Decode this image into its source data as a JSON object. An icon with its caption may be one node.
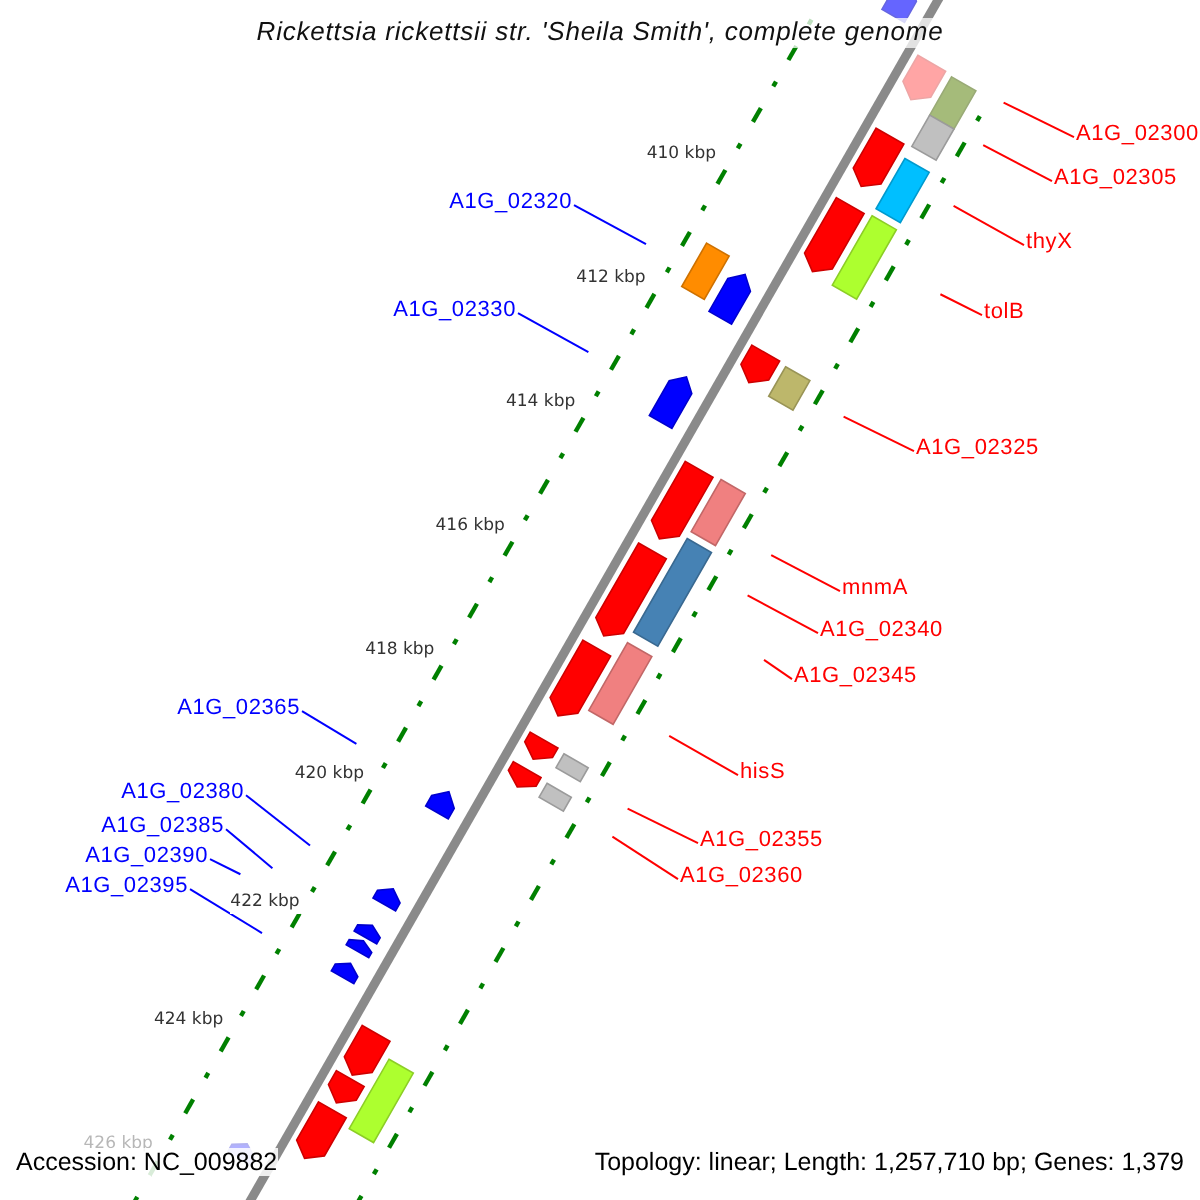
{
  "diagram": {
    "title": "Rickettsia rickettsii str. 'Sheila Smith', complete genome",
    "nodes": [
      {
        "text": [
          "A1G_02300"
        ]
      },
      {
        "text": [
          "A1G_02305"
        ]
      },
      {
        "text": [
          "A1G_02320"
        ]
      },
      {
        "text": [
          "thyX"
        ]
      },
      {
        "text": [
          "tolB"
        ]
      },
      {
        "text": [
          "A1G_02330"
        ]
      },
      {
        "text": [
          "A1G_02325"
        ]
      },
      {
        "text": [
          "mnmA"
        ]
      },
      {
        "text": [
          "A1G_02340"
        ]
      },
      {
        "text": [
          "A1G_02345"
        ]
      },
      {
        "text": [
          "A1G_02365"
        ]
      },
      {
        "text": [
          "hisS"
        ]
      },
      {
        "text": [
          "A1G_02380"
        ]
      },
      {
        "text": [
          "A1G_02385"
        ]
      },
      {
        "text": [
          "A1G_02355"
        ]
      },
      {
        "text": [
          "A1G_02390"
        ]
      },
      {
        "text": [
          "A1G_02360"
        ]
      },
      {
        "text": [
          "A1G_02395"
        ]
      }
    ],
    "edges": [
      {
        "from": 0,
        "to": null,
        "arrow": "none"
      },
      {
        "from": 1,
        "to": null,
        "arrow": "none"
      },
      {
        "from": 2,
        "to": null,
        "arrow": "none",
        "color": "#0000ff"
      },
      {
        "from": 3,
        "to": null,
        "arrow": "none"
      },
      {
        "from": 4,
        "to": null,
        "arrow": "none"
      },
      {
        "from": 5,
        "to": null,
        "arrow": "none",
        "color": "#0000ff"
      },
      {
        "from": 6,
        "to": null,
        "arrow": "none"
      },
      {
        "from": 7,
        "to": null,
        "arrow": "none"
      },
      {
        "from": 8,
        "to": null,
        "arrow": "none"
      },
      {
        "from": 9,
        "to": null,
        "arrow": "none"
      },
      {
        "from": 10,
        "to": null,
        "arrow": "none",
        "color": "#0000ff"
      },
      {
        "from": 11,
        "to": null,
        "arrow": "none"
      },
      {
        "from": 12,
        "to": null,
        "arrow": "none",
        "color": "#0000ff"
      },
      {
        "from": 13,
        "to": null,
        "arrow": "none",
        "color": "#0000ff"
      },
      {
        "from": 14,
        "to": null,
        "arrow": "none"
      },
      {
        "from": 15,
        "to": null,
        "arrow": "none",
        "color": "#0000ff"
      },
      {
        "from": 16,
        "to": null,
        "arrow": "none"
      },
      {
        "from": 17,
        "to": null,
        "arrow": "none",
        "color": "#0000ff"
      }
    ],
    "labels": [
      "410 kbp",
      "412 kbp",
      "414 kbp",
      "416 kbp",
      "418 kbp",
      "420 kbp",
      "422 kbp",
      "424 kbp",
      "426 kbp",
      "Accession: NC_009882",
      "Topology: linear; Length: 1,257,710 bp; Genes: 1,379"
    ]
  }
}
